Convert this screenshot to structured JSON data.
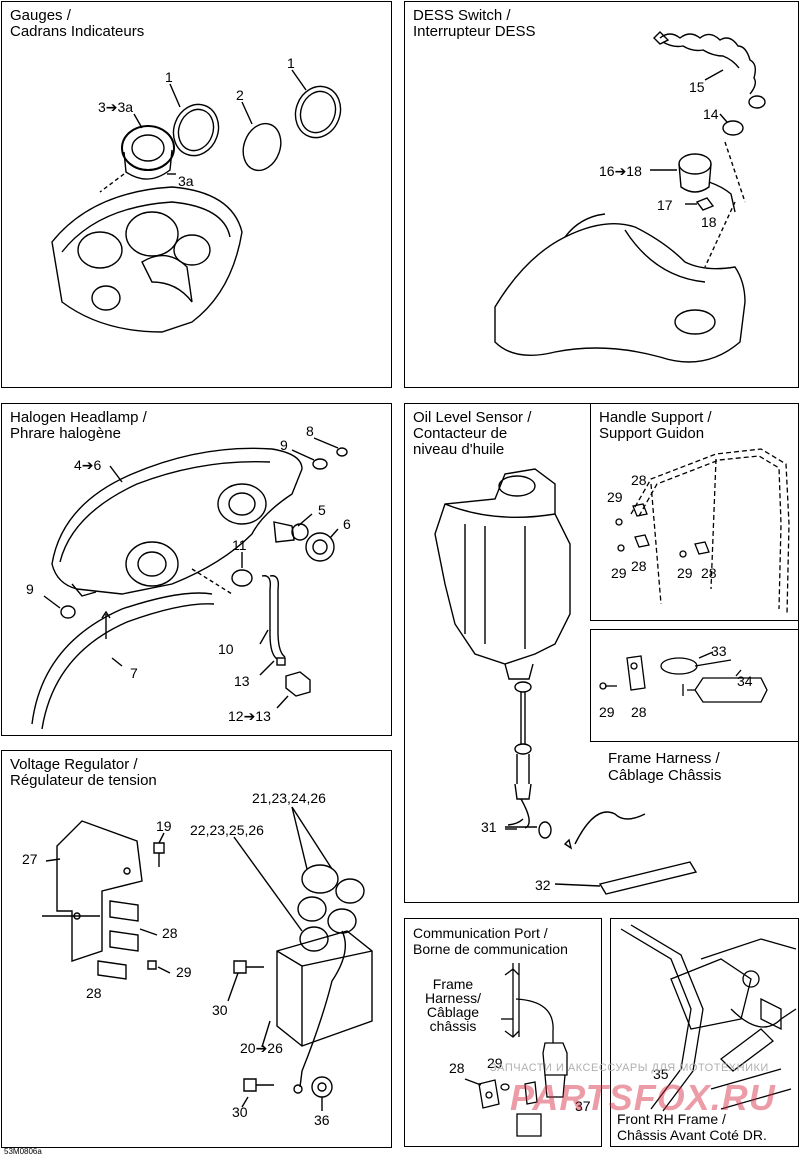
{
  "diagram_code": "53M0806a",
  "watermark": {
    "text1": "ЗАПЧАСТИ И АКСЕССУАРЫ ДЛЯ МОТОТЕХНИКИ",
    "text2": "PARTSFOX.RU"
  },
  "panels": {
    "gauges": {
      "title": "Gauges /\nCadrans Indicateurs",
      "labels": [
        "1",
        "1",
        "2",
        "3➔3a",
        "3a"
      ]
    },
    "dess": {
      "title": "DESS Switch /\nInterrupteur DESS",
      "labels": [
        "15",
        "14",
        "16➔18",
        "17",
        "18"
      ]
    },
    "headlamp": {
      "title": "Halogen Headlamp /\nPhrare halogène",
      "labels": [
        "4➔6",
        "9",
        "8",
        "5",
        "6",
        "11",
        "9",
        "7",
        "10",
        "13",
        "12➔13"
      ]
    },
    "oil": {
      "title": "Oil Level Sensor /\nContacteur de\nniveau d'huile",
      "labels": [
        "31",
        "32"
      ]
    },
    "handle": {
      "title": "Handle Support /\nSupport Guidon",
      "labels": [
        "28",
        "29",
        "28",
        "29",
        "29",
        "28"
      ]
    },
    "fasteners": {
      "labels": [
        "33",
        "34",
        "29",
        "28"
      ]
    },
    "frame_harness": {
      "title": "Frame Harness /\nCâblage Châssis"
    },
    "regulator": {
      "title": "Voltage Regulator /\nRégulateur de tension",
      "labels": [
        "21,23,24,26",
        "22,23,25,26",
        "19",
        "27",
        "28",
        "29",
        "28",
        "30",
        "20➔26",
        "30",
        "36"
      ]
    },
    "comm": {
      "title": "Communication Port /\nBorne de communication",
      "frame_label": "Frame\nHarness/\nCâblage\nchâssis",
      "labels": [
        "28",
        "29",
        "37"
      ]
    },
    "front_frame": {
      "title": "Front RH Frame  /\nChâssis Avant Coté DR.",
      "labels": [
        "35"
      ]
    }
  }
}
